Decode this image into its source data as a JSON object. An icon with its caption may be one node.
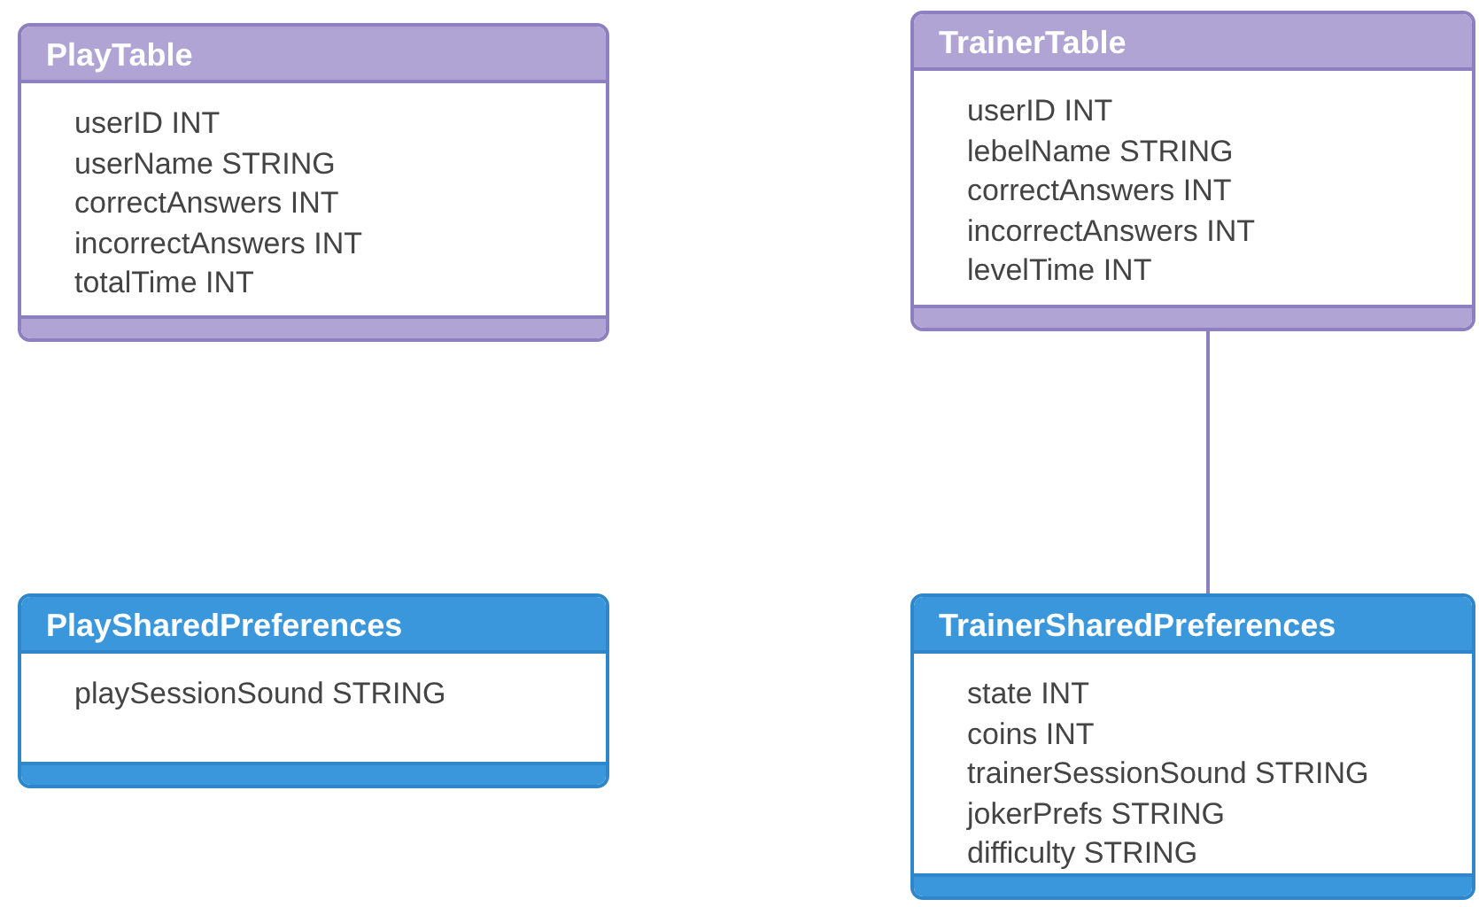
{
  "diagram": {
    "nodes": [
      {
        "text": [
          "PlayTable",
          "userID INT",
          "userName STRING",
          "correctAnswers INT",
          "incorrectAnswers INT",
          "totalTime INT"
        ]
      },
      {
        "text": [
          "TrainerTable",
          "userID INT",
          "lebelName STRING",
          "correctAnswers INT",
          "incorrectAnswers INT",
          "levelTime INT"
        ]
      },
      {
        "text": [
          "PlaySharedPreferences",
          "playSessionSound STRING"
        ]
      },
      {
        "text": [
          "TrainerSharedPreferences",
          "state INT",
          "coins INT",
          "trainerSessionSound STRING",
          "jokerPrefs STRING",
          "difficulty STRING"
        ]
      }
    ],
    "edges": [
      {
        "from": 1,
        "to": 3,
        "arrow": "none",
        "color": "#8d7fc0"
      }
    ]
  }
}
